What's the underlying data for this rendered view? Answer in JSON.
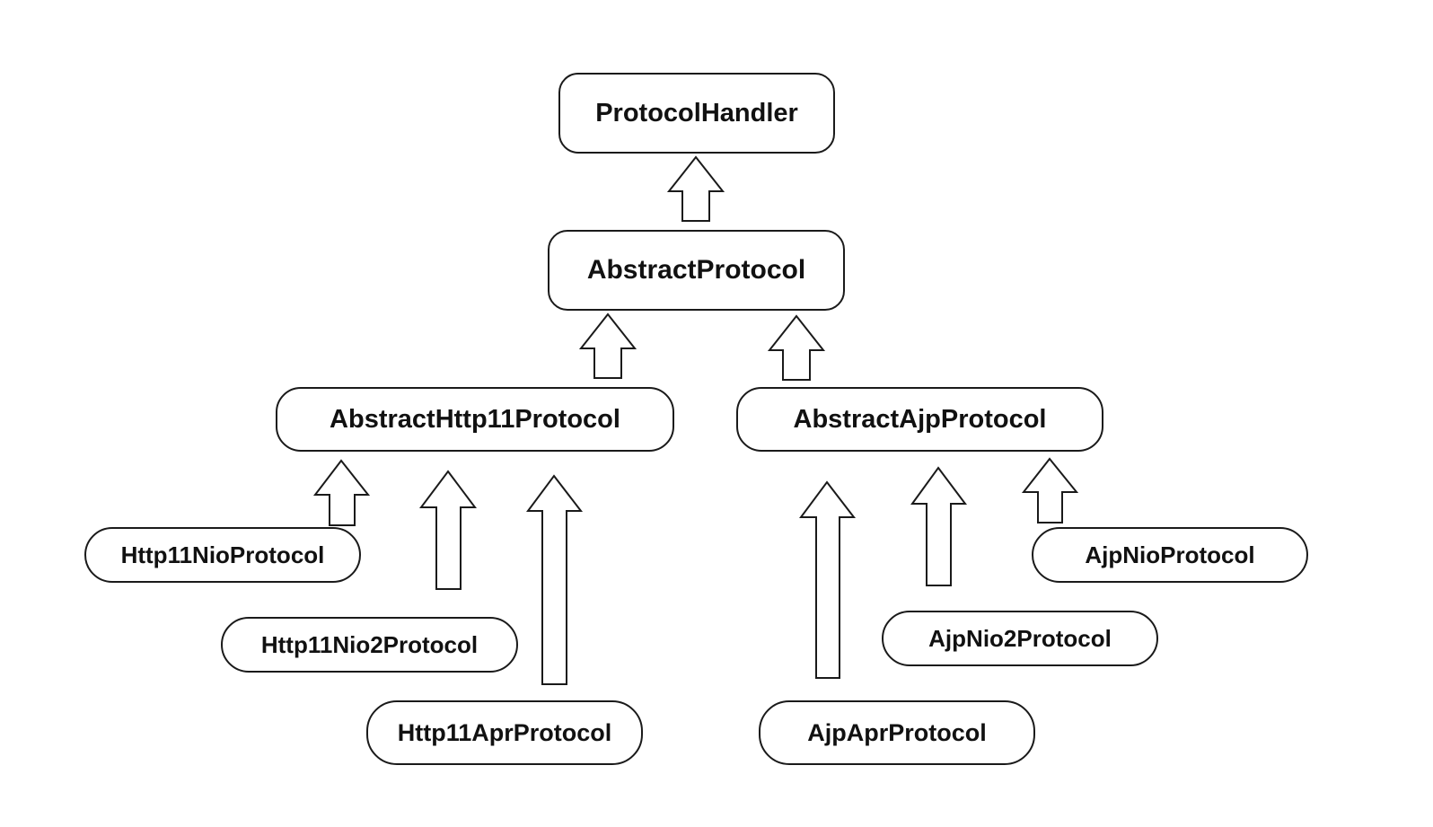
{
  "nodes": {
    "protocol_handler": "ProtocolHandler",
    "abstract_protocol": "AbstractProtocol",
    "abstract_http11_protocol": "AbstractHttp11Protocol",
    "abstract_ajp_protocol": "AbstractAjpProtocol",
    "http11_nio_protocol": "Http11NioProtocol",
    "http11_nio2_protocol": "Http11Nio2Protocol",
    "http11_apr_protocol": "Http11AprProtocol",
    "ajp_nio_protocol": "AjpNioProtocol",
    "ajp_nio2_protocol": "AjpNio2Protocol",
    "ajp_apr_protocol": "AjpAprProtocol"
  },
  "edges": [
    {
      "from": "AbstractProtocol",
      "to": "ProtocolHandler"
    },
    {
      "from": "AbstractHttp11Protocol",
      "to": "AbstractProtocol"
    },
    {
      "from": "AbstractAjpProtocol",
      "to": "AbstractProtocol"
    },
    {
      "from": "Http11NioProtocol",
      "to": "AbstractHttp11Protocol"
    },
    {
      "from": "Http11Nio2Protocol",
      "to": "AbstractHttp11Protocol"
    },
    {
      "from": "Http11AprProtocol",
      "to": "AbstractHttp11Protocol"
    },
    {
      "from": "AjpAprProtocol",
      "to": "AbstractAjpProtocol"
    },
    {
      "from": "AjpNio2Protocol",
      "to": "AbstractAjpProtocol"
    },
    {
      "from": "AjpNioProtocol",
      "to": "AbstractAjpProtocol"
    }
  ],
  "colors": {
    "stroke": "#1a1a1a",
    "fill": "#ffffff",
    "text": "#111111"
  }
}
